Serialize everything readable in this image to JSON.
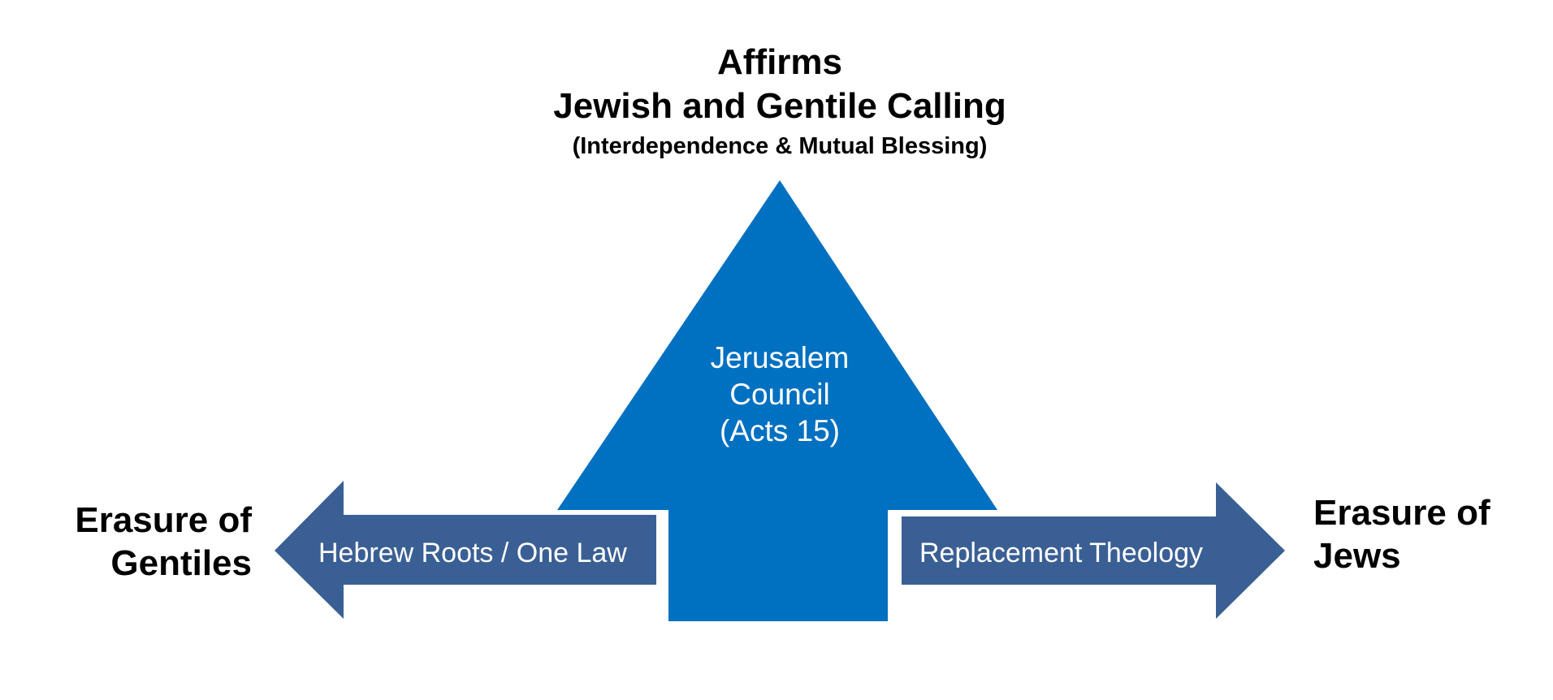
{
  "title": {
    "line1": "Affirms",
    "line2": "Jewish and Gentile Calling",
    "line3": "(Interdependence & Mutual Blessing)"
  },
  "center": {
    "line1": "Jerusalem",
    "line2": "Council",
    "line3": "(Acts 15)"
  },
  "left_arrow": {
    "label": "Hebrew Roots / One Law"
  },
  "right_arrow": {
    "label": "Replacement Theology"
  },
  "left_side": {
    "line1": "Erasure of",
    "line2": "Gentiles"
  },
  "right_side": {
    "line1": "Erasure of",
    "line2": "Jews"
  },
  "colors": {
    "main_shape": "#0070C0",
    "side_arrows": "#3A5F94",
    "text_dark": "#000000",
    "text_light": "#FFFFFF"
  }
}
